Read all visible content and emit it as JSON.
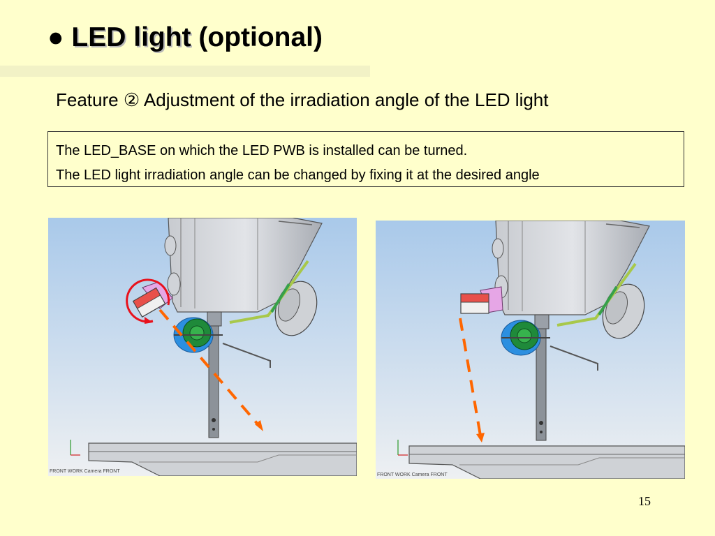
{
  "slide": {
    "bullet": "●",
    "title_main": "LED light",
    "title_optional": "(optional)",
    "subtitle": "Feature ②  Adjustment of the irradiation angle of the LED light",
    "description": [
      "The LED_BASE on which the LED PWB is installed can be turned.",
      "The LED light irradiation angle can be changed by fixing it at the desired angle"
    ],
    "page_number": "15"
  },
  "images": {
    "left_caption": "FRONT WORK Camera FRONT",
    "right_caption": "FRONT WORK Camera FRONT"
  },
  "colors": {
    "background": "#ffffcc",
    "arrow": "#ff6600",
    "rotation_circle": "#e8121c",
    "sky_top": "#a8c8ea",
    "sky_bottom": "#eef0f2"
  }
}
